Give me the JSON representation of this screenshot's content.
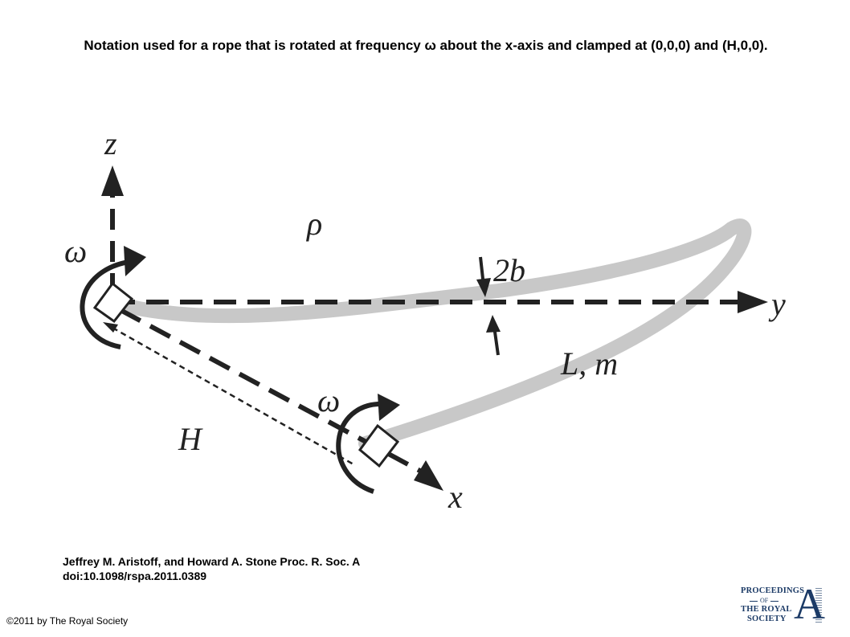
{
  "figure": {
    "title": "Notation used for a rope that is rotated at frequency ω about the x-axis and clamped at (0,0,0) and (H,0,0).",
    "citation_line1": "Jeffrey M. Aristoff, and Howard A. Stone Proc. R. Soc. A",
    "citation_line2": "doi:10.1098/rspa.2011.0389",
    "copyright": "©2011 by The Royal Society"
  },
  "diagram": {
    "labels": {
      "z": "z",
      "y": "y",
      "x": "x",
      "rho": "ρ",
      "omega_left": "ω",
      "omega_right": "ω",
      "two_b": "2b",
      "length_mass": "L, m",
      "H": "H"
    },
    "colors": {
      "rope": "#c8c8c8",
      "axis": "#222222"
    }
  },
  "logo": {
    "line1": "PROCEEDINGS",
    "line2": "OF",
    "line3": "THE ROYAL",
    "line4": "SOCIETY",
    "letter": "A"
  }
}
